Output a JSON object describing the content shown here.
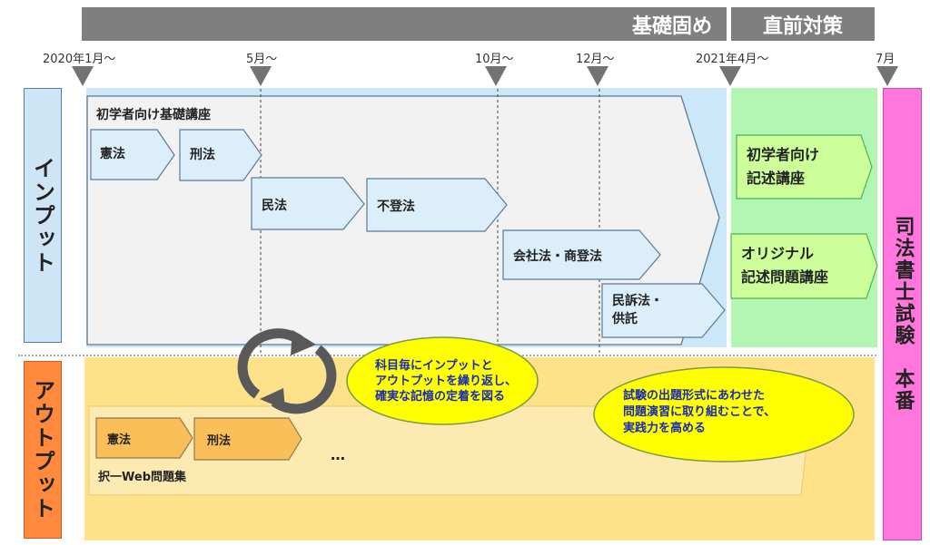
{
  "phases": {
    "foundation": "基礎固め",
    "final": "直前対策"
  },
  "timeline": [
    "2020年1月～",
    "5月～",
    "10月～",
    "12月～",
    "2021年4月～",
    "7月"
  ],
  "rows": {
    "input": "インプット",
    "output": "アウトプット"
  },
  "exam": "司法書士試験　本番",
  "input": {
    "course_title": "初学者向け基礎講座",
    "subjects": [
      "憲法",
      "刑法",
      "民法",
      "不登法",
      "会社法・商登法",
      "民訴法・\n供託"
    ],
    "final_courses": [
      "初学者向け\n記述講座",
      "オリジナル\n記述問題講座"
    ]
  },
  "output": {
    "subjects": [
      "憲法",
      "刑法"
    ],
    "ellipsis": "…",
    "course_title": "択一Web問題集"
  },
  "callouts": [
    "科目毎にインプットと\nアウトプットを繰り返し、\n確実な記憶の定着を図る",
    "試験の出題形式にあわせた\n問題演習に取り組むことで、\n実践力を高める"
  ],
  "colors": {
    "phase": "#7f7f7f",
    "input_bg": "#cce8f8",
    "final_bg": "#b3f5b3",
    "output_bg": "#fde28a",
    "exam": "#ff77dd",
    "output_label": "#ff8a3d",
    "callout": "#ffff00"
  }
}
